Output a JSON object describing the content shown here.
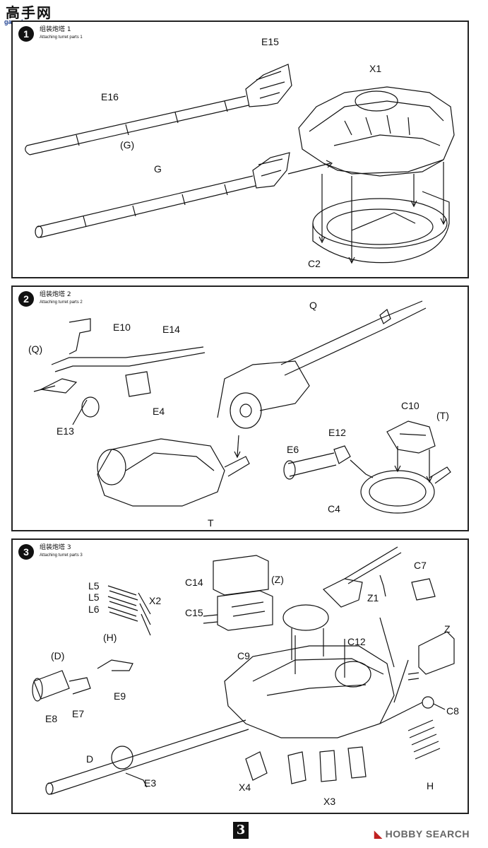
{
  "header": {
    "logo_title": "高手网",
    "logo_url": "gao-shou.com"
  },
  "steps": [
    {
      "number": "1",
      "title": "组装炮塔 1",
      "subtitle": "Attaching turret parts 1",
      "labels": {
        "e15": "E15",
        "x1": "X1",
        "e16": "E16",
        "g_paren": "(G)",
        "g": "G",
        "c2": "C2"
      }
    },
    {
      "number": "2",
      "title": "组装炮塔 2",
      "subtitle": "Attaching turret parts 2",
      "labels": {
        "q_top": "Q",
        "e10": "E10",
        "e14": "E14",
        "q_paren": "(Q)",
        "e4": "E4",
        "e13": "E13",
        "c10": "C10",
        "t_paren": "(T)",
        "e12": "E12",
        "e6": "E6",
        "c4": "C4",
        "t": "T"
      }
    },
    {
      "number": "3",
      "title": "组装炮塔 3",
      "subtitle": "Attaching turret parts 3",
      "labels": {
        "c14": "C14",
        "z_paren": "(Z)",
        "c7": "C7",
        "l5a": "L5",
        "l5b": "L5",
        "l6": "L6",
        "x2": "X2",
        "z1": "Z1",
        "c15": "C15",
        "h_paren": "(H)",
        "z": "Z",
        "c12": "C12",
        "d_paren": "(D)",
        "c9": "C9",
        "e9": "E9",
        "e8": "E8",
        "e7": "E7",
        "c8": "C8",
        "d": "D",
        "e3": "E3",
        "x4": "X4",
        "x3": "X3",
        "h": "H"
      }
    }
  ],
  "footer": {
    "page_number": "3",
    "hobby_mark": "◣",
    "hobby_text": "HOBBY SEARCH"
  }
}
